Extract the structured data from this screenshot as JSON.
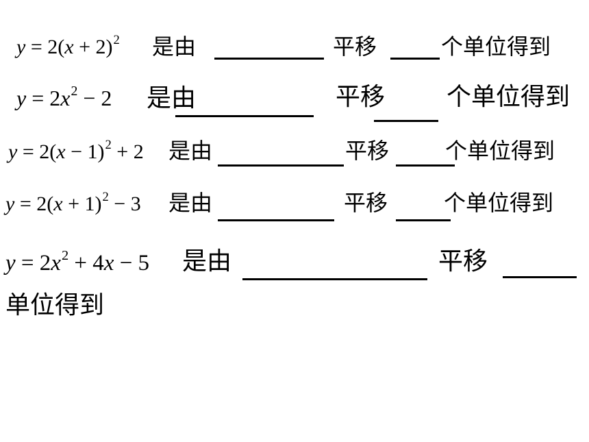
{
  "text": {
    "shi_you": "是由",
    "ping_yi": "平移",
    "ge_danwei_dedao": "个单位得到",
    "danwei_dedao": "单位得到"
  },
  "rows": [
    {
      "eq": {
        "a": "y",
        "b": " = 2(",
        "c": "x",
        "d": " + 2)",
        "e": "2"
      }
    },
    {
      "eq": {
        "a": "y",
        "b": " = 2",
        "c": "x",
        "e": "2",
        "d": " − 2"
      }
    },
    {
      "eq": {
        "a": "y",
        "b": " = 2(",
        "c": "x",
        "d": " − 1)",
        "e": "2",
        "f": " + 2"
      }
    },
    {
      "eq": {
        "a": "y",
        "b": " = 2(",
        "c": "x",
        "d": " + 1)",
        "e": "2",
        "f": " − 3"
      }
    },
    {
      "eq": {
        "a": "y",
        "b": " = 2",
        "c": "x",
        "e": "2",
        "d": " + 4",
        "g": "x",
        "f": " − 5"
      }
    }
  ]
}
